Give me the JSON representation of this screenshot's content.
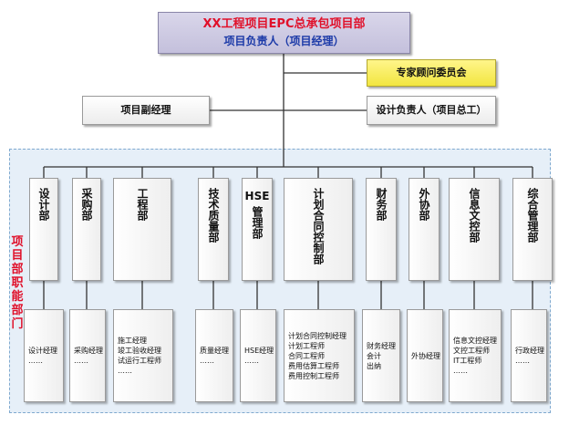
{
  "top": {
    "title": "XX工程项目EPC总承包项目部",
    "subtitle": "项目负责人（项目经理）"
  },
  "expert": "专家顾问委员会",
  "deputy": "项目副经理",
  "design_lead": "设计负责人（项目总工）",
  "side_label": "项目部职能部门",
  "departments": [
    {
      "name": "设计部",
      "roles": [
        "设计经理",
        "……"
      ]
    },
    {
      "name": "采购部",
      "roles": [
        "采购经理",
        "……"
      ]
    },
    {
      "name": "工程部",
      "roles": [
        "施工经理",
        "竣工验收经理",
        "试运行工程师",
        "……"
      ]
    },
    {
      "name": "技术质量部",
      "roles": [
        "质量经理",
        "……"
      ]
    },
    {
      "name_top": "HSE",
      "name_rest": "管理部",
      "roles": [
        "HSE经理",
        "……"
      ]
    },
    {
      "name": "计划合同控制部",
      "roles": [
        "计划合同控制经理",
        "计划工程师",
        "合同工程师",
        "费用估算工程师",
        "费用控制工程师"
      ]
    },
    {
      "name": "财务部",
      "roles": [
        "财务经理",
        "会计",
        "出纳"
      ]
    },
    {
      "name": "外协部",
      "roles": [
        "外协经理"
      ]
    },
    {
      "name": "信息文控部",
      "roles": [
        "信息文控经理",
        "文控工程师",
        "IT工程师",
        "……"
      ]
    },
    {
      "name": "综合管理部",
      "roles": [
        "行政经理",
        "……"
      ]
    }
  ]
}
